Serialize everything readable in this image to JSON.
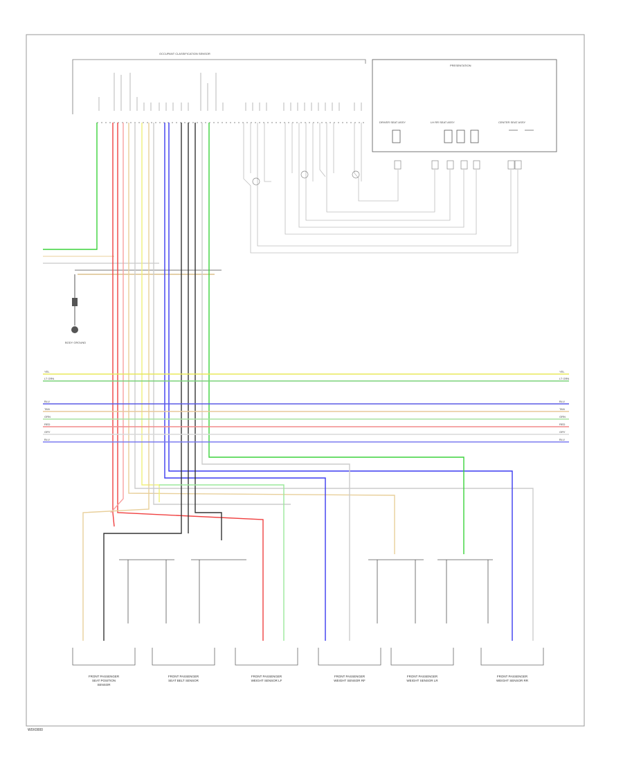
{
  "footer_code": "W0X0000",
  "module": {
    "title": "PRESENTATION",
    "groups": [
      {
        "label": "DRIVER SEAT ASSY"
      },
      {
        "label": "LH RR SEAT ASSY"
      },
      {
        "label": "CENTER SEAT ASSY"
      }
    ]
  },
  "top_connector_label": "OCCUPANT CLASSIFICATION SENSOR",
  "ground": {
    "label": "BODY GROUND"
  },
  "bus_lines": [
    {
      "left": "YEL",
      "right": "YEL",
      "color": "#e8e85a"
    },
    {
      "left": "LT GRN",
      "right": "LT GRN",
      "color": "#7ad27a"
    },
    {
      "left": "BLU",
      "right": "BLU",
      "color": "#5a5ae6"
    },
    {
      "left": "TAN",
      "right": "TAN",
      "color": "#e8c89a"
    },
    {
      "left": "GRN",
      "right": "GRN",
      "color": "#a8e0a0"
    },
    {
      "left": "RED",
      "right": "RED",
      "color": "#f28a8a"
    },
    {
      "left": "GRY",
      "right": "GRY",
      "color": "#d8d8d8"
    },
    {
      "left": "BLU",
      "right": "BLU",
      "color": "#7a7af0"
    }
  ],
  "sensors": [
    {
      "label": "FRONT PASSENGER SEAT POSITION SENSOR"
    },
    {
      "label": "FRONT PASSENGER SEAT BELT SENSOR"
    },
    {
      "label": "FRONT PASSENGER WEIGHT SENSOR LF"
    },
    {
      "label": "FRONT PASSENGER WEIGHT SENSOR RF"
    },
    {
      "label": "FRONT PASSENGER WEIGHT SENSOR LR"
    },
    {
      "label": "FRONT PASSENGER WEIGHT SENSOR RR"
    }
  ],
  "wire_colors": {
    "green": "#3ad23a",
    "red": "#f04040",
    "pink": "#f7a0a0",
    "yellow": "#f0f07a",
    "tan": "#e8cf9a",
    "blue": "#3a3af0",
    "black": "#333333",
    "gray": "#bbbbbb",
    "ltgreen": "#9be89b"
  }
}
